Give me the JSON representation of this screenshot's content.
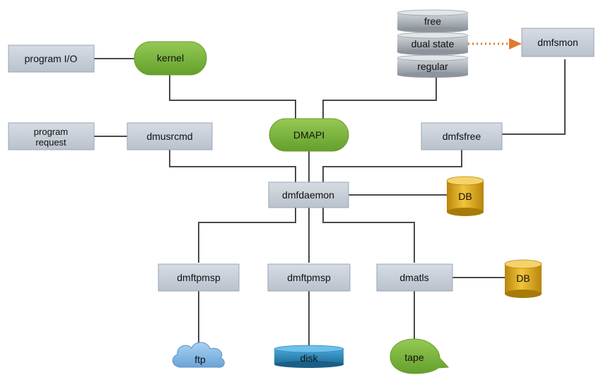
{
  "nodes": {
    "program_io": "program I/O",
    "kernel": "kernel",
    "program_request_line1": "program",
    "program_request_line2": "request",
    "dmusrcmd": "dmusrcmd",
    "dmapi": "DMAPI",
    "dmfsfree": "dmfsfree",
    "dmfsmon": "dmfsmon",
    "dmfdaemon": "dmfdaemon",
    "db_top": "DB",
    "dmftpmsp_left": "dmftpmsp",
    "dmftpmsp_mid": "dmftpmsp",
    "dmatls": "dmatls",
    "db_bottom": "DB",
    "ftp": "ftp",
    "disk": "disk",
    "tape": "tape"
  },
  "disk_stack": {
    "free": "free",
    "dual_state": "dual state",
    "regular": "regular"
  },
  "colors": {
    "box_fill": "#c3cbd5",
    "green": "#7ab33b",
    "gold": "#d9a80f",
    "arrow": "#e07a2e",
    "cloud": "#7fb6e6",
    "disk_blue": "#2f86b7",
    "stack_gray": "#a9b0b8"
  }
}
